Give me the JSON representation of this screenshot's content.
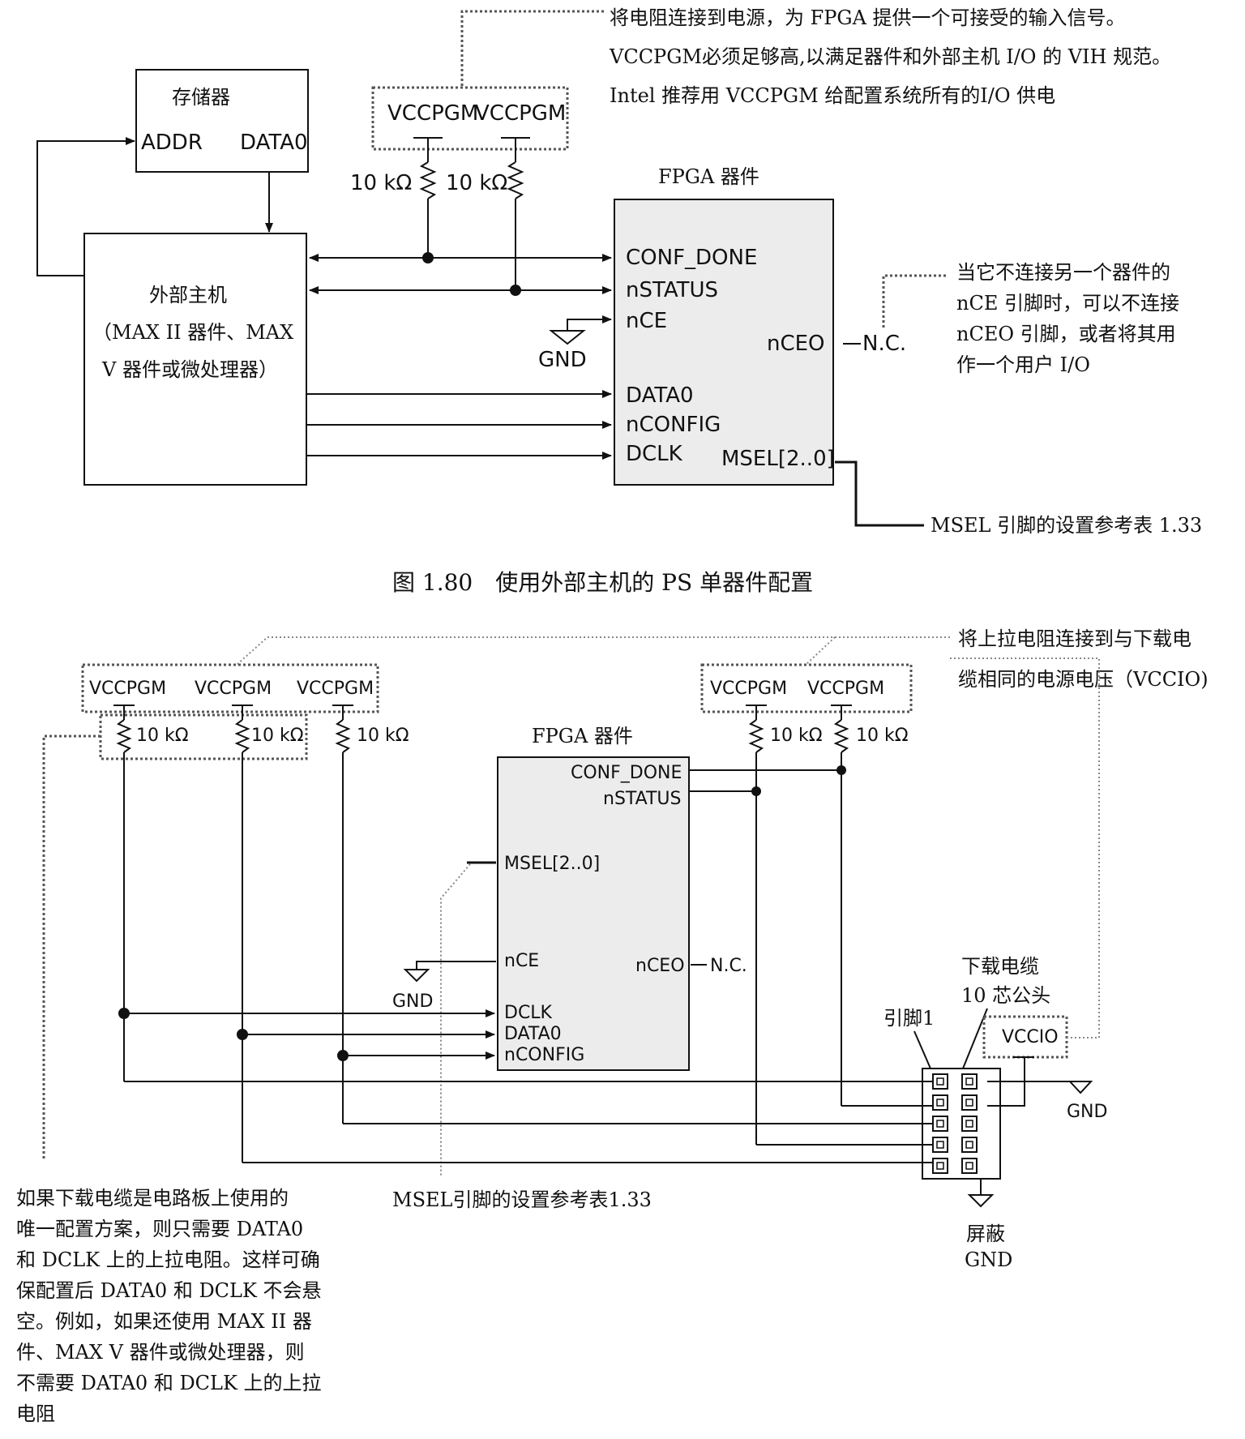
{
  "fig1": {
    "note_top": [
      "将电阻连接到电源，为 FPGA 提供一个可接受的输入信号。",
      "VCCPGM必须足够高,以满足器件和外部主机 I/O 的 VIH 规范。",
      "Intel 推荐用 VCCPGM 给配置系统所有的I/O 供电"
    ],
    "vcc1": "VCCPGM",
    "vcc2": "VCCPGM",
    "r1": "10 kΩ",
    "r2": "10 kΩ",
    "mem_title": "存储器",
    "mem_addr": "ADDR",
    "mem_data": "DATA0",
    "host_lines": [
      "外部主机",
      "（MAX II 器件、MAX",
      "V 器件或微处理器）"
    ],
    "fpga_title": "FPGA 器件",
    "pins": {
      "conf_done": "CONF_DONE",
      "nstatus": "nSTATUS",
      "nce": "nCE",
      "nceo": "nCEO",
      "data0": "DATA0",
      "nconfig": "nCONFIG",
      "dclk": "DCLK",
      "msel": "MSEL[2..0]"
    },
    "gnd": "GND",
    "nc": "N.C.",
    "note_nceo": [
      "当它不连接另一个器件的",
      "nCE 引脚时，可以不连接",
      "nCEO 引脚，或者将其用",
      "作一个用户 I/O"
    ],
    "note_msel": "MSEL 引脚的设置参考表 1.33",
    "caption": "图 1.80　使用外部主机的 PS 单器件配置"
  },
  "fig2": {
    "vcc_left": [
      "VCCPGM",
      "VCCPGM",
      "VCCPGM"
    ],
    "vcc_right": [
      "VCCPGM",
      "VCCPGM"
    ],
    "res_left": [
      "10 kΩ",
      "10 kΩ",
      "10 kΩ"
    ],
    "res_right": [
      "10 kΩ",
      "10 kΩ"
    ],
    "note_right": [
      "将上拉电阻连接到与下载电",
      "缆相同的电源电压（VCCIO)"
    ],
    "fpga_title": "FPGA 器件",
    "pins": {
      "conf_done": "CONF_DONE",
      "nstatus": "nSTATUS",
      "msel": "MSEL[2..0]",
      "nce": "nCE",
      "nceo": "nCEO",
      "dclk": "DCLK",
      "data0": "DATA0",
      "nconfig": "nCONFIG"
    },
    "nc": "N.C.",
    "gnd_left": "GND",
    "gnd_right": "GND",
    "cable_title": [
      "下载电缆",
      "10 芯公头"
    ],
    "pin1": "引脚1",
    "vccio": "VCCIO",
    "shield": [
      "屏蔽",
      "GND"
    ],
    "note_msel": "MSEL引脚的设置参考表1.33",
    "note_left": [
      "如果下载电缆是电路板上使用的",
      "唯一配置方案，则只需要 DATA0",
      "和 DCLK 上的上拉电阻。这样可确",
      "保配置后 DATA0 和 DCLK 不会悬",
      "空。例如，如果还使用 MAX II 器",
      "件、MAX V 器件或微处理器，则",
      "不需要 DATA0 和 DCLK 上的上拉",
      "电阻"
    ]
  }
}
